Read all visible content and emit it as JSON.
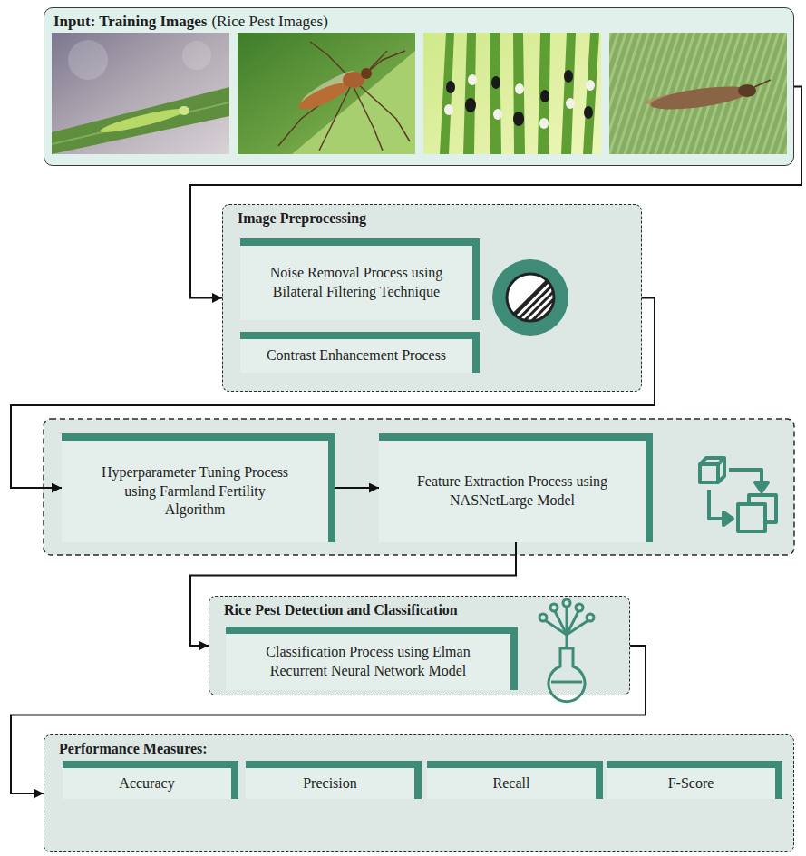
{
  "diagram": {
    "nodes": [
      {
        "text": [
          "Input: Training Images",
          "(Rice Pest Images)"
        ]
      },
      {
        "text": [
          "Image Preprocessing"
        ]
      },
      {
        "text": [
          "Noise Removal Process using Bilateral Filtering Technique"
        ],
        "in": 1
      },
      {
        "text": [
          "Contrast Enhancement Process"
        ],
        "in": 1
      },
      {
        "text": [
          "Hyperparameter Tuning Process using Farmland Fertility Algorithm"
        ]
      },
      {
        "text": [
          "Feature Extraction Process using NASNetLarge Model"
        ]
      },
      {
        "text": [
          "Rice Pest Detection and Classification"
        ]
      },
      {
        "text": [
          "Classification Process using Elman Recurrent Neural Network Model"
        ],
        "in": 6
      },
      {
        "text": [
          "Performance Measures:"
        ]
      },
      {
        "text": [
          "Accuracy"
        ],
        "in": 8
      },
      {
        "text": [
          "Precision"
        ],
        "in": 8
      },
      {
        "text": [
          "Recall"
        ],
        "in": 8
      },
      {
        "text": [
          "F-Score"
        ],
        "in": 8
      }
    ],
    "edges": [
      {
        "from": 0,
        "to": 1,
        "arrow": "to"
      },
      {
        "from": 1,
        "to": 4,
        "arrow": "to"
      },
      {
        "from": 4,
        "to": 5,
        "arrow": "to"
      },
      {
        "from": 5,
        "to": 6,
        "arrow": "to"
      },
      {
        "from": 6,
        "to": 8,
        "arrow": "to"
      }
    ]
  }
}
